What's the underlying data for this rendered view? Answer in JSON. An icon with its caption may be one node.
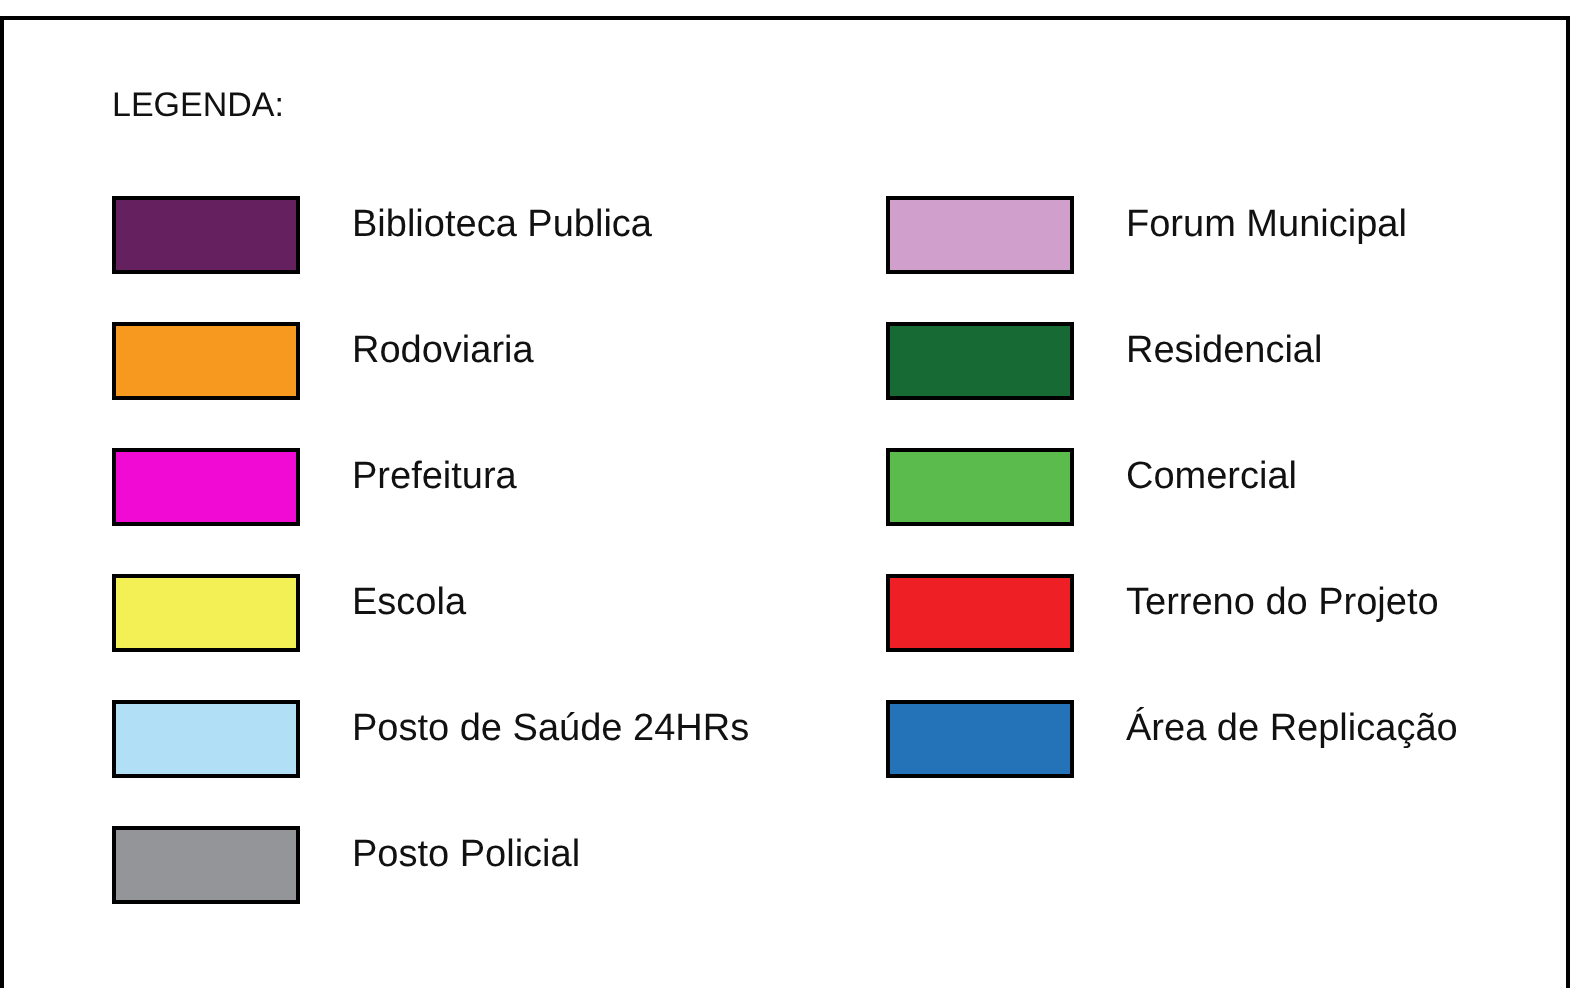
{
  "diagram": {
    "title": "LEGENDA:",
    "legend": [
      {
        "text": "Biblioteca Publica",
        "color": "#65205f"
      },
      {
        "text": "Forum Municipal",
        "color": "#d19fcb"
      },
      {
        "text": "Rodoviaria",
        "color": "#f7981f"
      },
      {
        "text": "Residencial",
        "color": "#186a34"
      },
      {
        "text": "Prefeitura",
        "color": "#f00ad3"
      },
      {
        "text": "Comercial",
        "color": "#5bbb4d"
      },
      {
        "text": "Escola",
        "color": "#f2f054"
      },
      {
        "text": "Terreno do Projeto",
        "color": "#ee2025"
      },
      {
        "text": "Posto de Saúde 24HRs",
        "color": "#b1dff5"
      },
      {
        "text": "Área de Replicação",
        "color": "#2472b7"
      },
      {
        "text": "Posto Policial",
        "color": "#939598"
      }
    ]
  }
}
